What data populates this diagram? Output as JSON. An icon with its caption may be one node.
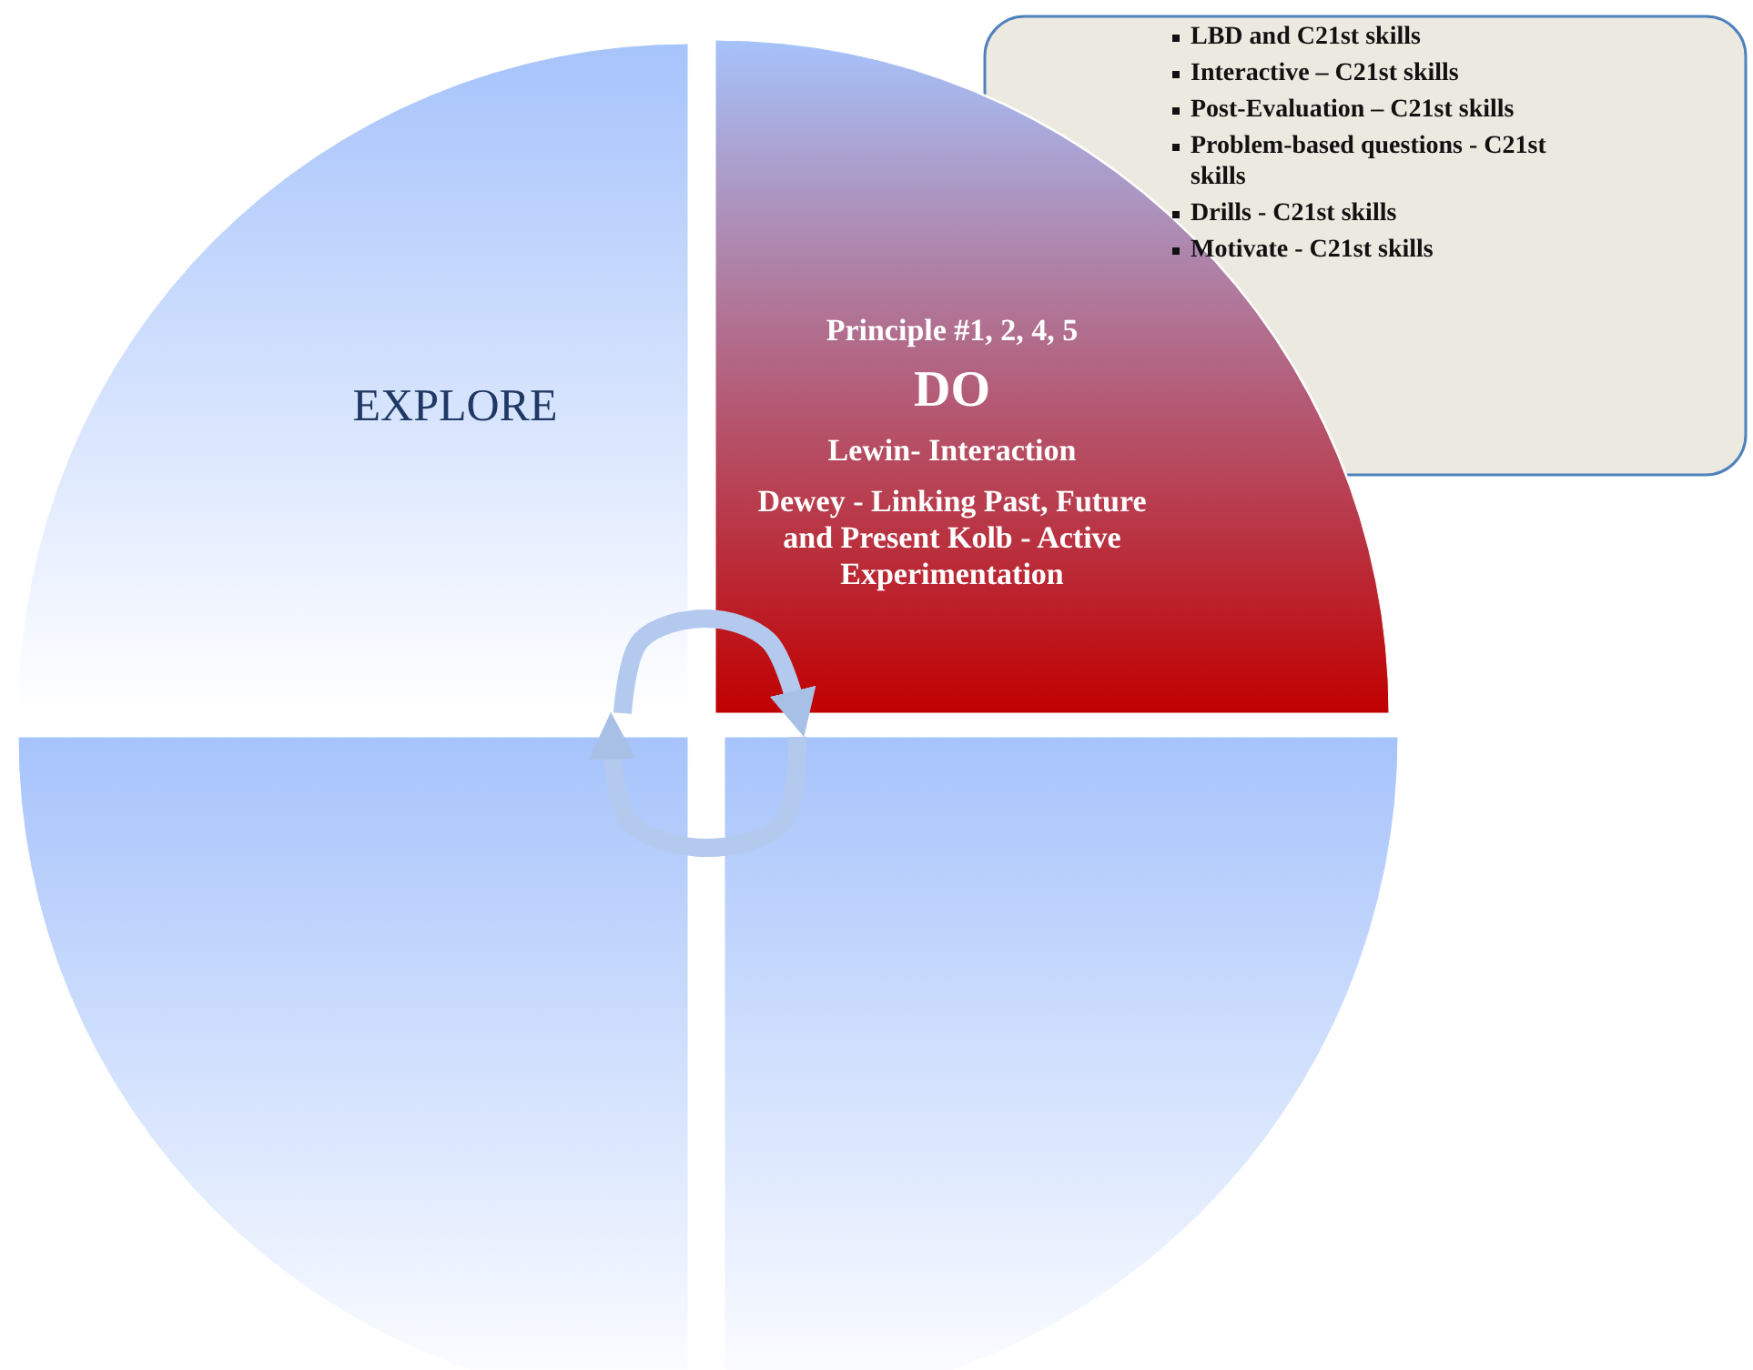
{
  "diagram": {
    "nodes": [
      {
        "text": [
          "EXPLORE"
        ]
      },
      {
        "text": [
          "Principle #1, 2, 4, 5",
          "DO",
          "Lewin- Interaction",
          "Dewey - Linking Past, Future and Present Kolb - Active Experimentation"
        ]
      },
      {
        "text": [
          "LBD and C21st skills",
          "Interactive – C21st skills",
          "Post-Evaluation – C21st skills",
          "Problem-based questions - C21st skills",
          "Drills - C21st skills",
          "Motivate - C21st skills"
        ]
      },
      {
        "text": [],
        "shape": "sector"
      },
      {
        "text": [],
        "shape": "sector"
      }
    ],
    "edges": [
      {
        "from": 0,
        "to": 1,
        "arrow": "to"
      },
      {
        "from": 4,
        "to": 3,
        "arrow": "to"
      }
    ]
  }
}
